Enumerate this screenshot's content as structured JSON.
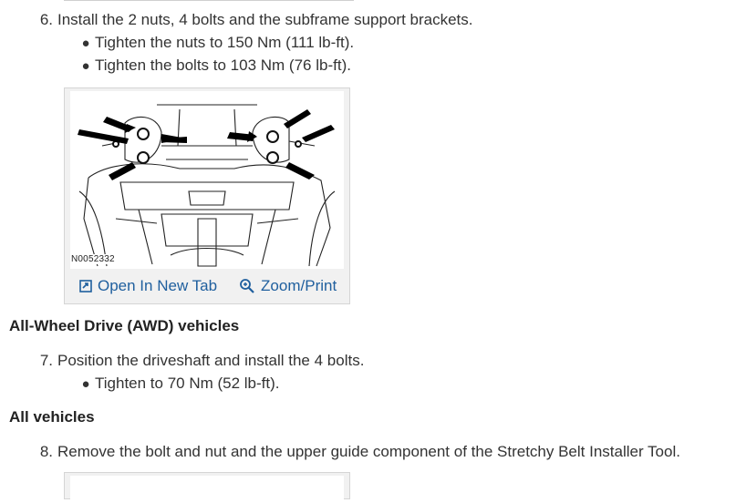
{
  "steps": {
    "s6": {
      "number": "6.",
      "text": "Install the 2 nuts, 4 bolts and the subframe support brackets.",
      "bullets": [
        "Tighten the nuts to 150 Nm (111 lb-ft).",
        "Tighten the bolts to 103 Nm (76 lb-ft)."
      ]
    },
    "s7": {
      "number": "7.",
      "text": "Position the driveshaft and install the 4 bolts.",
      "bullets": [
        "Tighten to 70 Nm (52 lb-ft)."
      ]
    },
    "s8": {
      "number": "8.",
      "text": "Remove the bolt and nut and the upper guide component of the Stretchy Belt Installer Tool."
    }
  },
  "headings": {
    "awd": "All-Wheel Drive (AWD) vehicles",
    "all": "All vehicles"
  },
  "figure": {
    "code": "N0052332",
    "open_new_tab": "Open In New Tab",
    "zoom_print": "Zoom/Print",
    "icons": [
      "open-new-tab-icon",
      "zoom-icon"
    ]
  },
  "colors": {
    "link": "#1f5f9e",
    "text": "#333333",
    "figure_bg": "#f1f1f1"
  }
}
